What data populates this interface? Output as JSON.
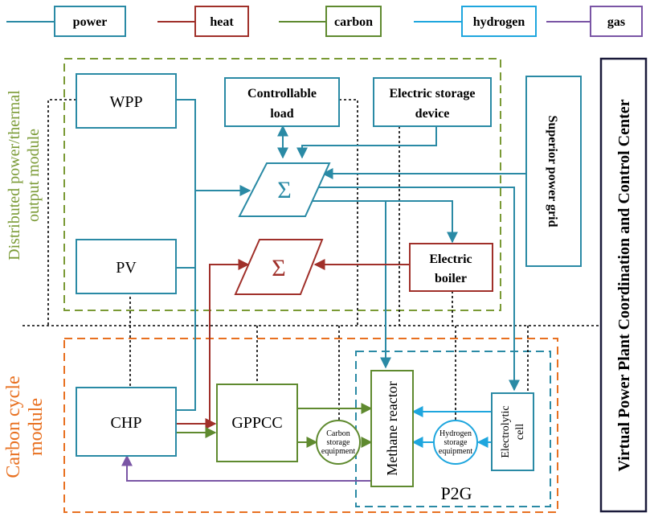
{
  "legend": {
    "power": "power",
    "heat": "heat",
    "carbon": "carbon",
    "hydrogen": "hydrogen",
    "gas": "gas"
  },
  "colors": {
    "power": "#2a8aa5",
    "heat": "#a0302a",
    "carbon": "#5f8a2f",
    "hydrogen": "#1ea6de",
    "gas": "#7a55a5",
    "module_distributed": "#7a9a35",
    "module_carbon": "#e87020",
    "p2g": "#2a8aa5",
    "control": "#1a1a3a"
  },
  "modules": {
    "distributed": "Distributed power/thermal output module",
    "distributed_line1": "Distributed power/thermal",
    "distributed_line2": "output module",
    "carbon_line1": "Carbon cycle",
    "carbon_line2": "module",
    "p2g": "P2G"
  },
  "blocks": {
    "wpp": "WPP",
    "pv": "PV",
    "chp": "CHP",
    "gppcc": "GPPCC",
    "controllable_load_line1": "Controllable",
    "controllable_load_line2": "load",
    "storage_line1": "Electric storage",
    "storage_line2": "device",
    "superior_grid": "Superior power grid",
    "boiler_line1": "Electric",
    "boiler_line2": "boiler",
    "methane_reactor": "Methane reactor",
    "electrolytic_line1": "Electrolytic",
    "electrolytic_line2": "cell",
    "carbon_storage_line1": "Carbon",
    "carbon_storage_line2": "storage",
    "carbon_storage_line3": "equipment",
    "hydrogen_storage_line1": "Hydrogen",
    "hydrogen_storage_line2": "storage",
    "hydrogen_storage_line3": "equipment"
  },
  "sum_symbol": "Σ",
  "control_center": "Virtual Power Plant Coordination and Control Center"
}
